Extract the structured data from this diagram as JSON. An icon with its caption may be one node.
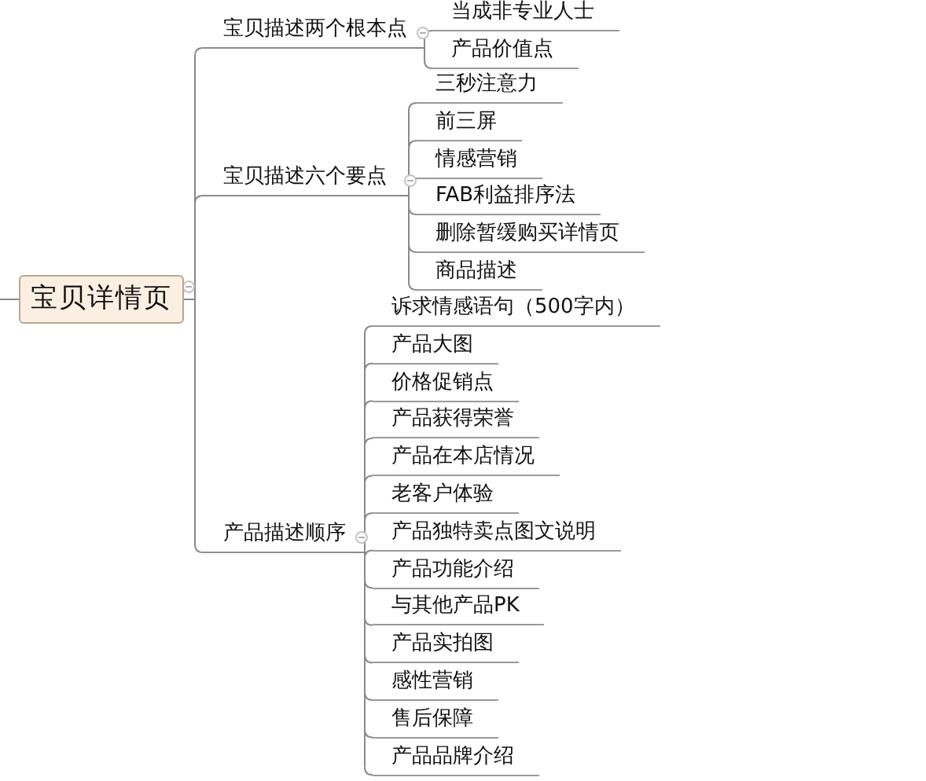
{
  "diagram": {
    "nodes": [
      {
        "text": [
          "宝贝详情页"
        ]
      },
      {
        "text": [
          "宝贝描述两个根本点"
        ]
      },
      {
        "text": [
          "当成非专业人士"
        ]
      },
      {
        "text": [
          "产品价值点"
        ]
      },
      {
        "text": [
          "宝贝描述六个要点"
        ]
      },
      {
        "text": [
          "三秒注意力"
        ]
      },
      {
        "text": [
          "前三屏"
        ]
      },
      {
        "text": [
          "情感营销"
        ]
      },
      {
        "text": [
          "FAB利益排序法"
        ]
      },
      {
        "text": [
          "删除暂缓购买详情页"
        ]
      },
      {
        "text": [
          "商品描述"
        ]
      },
      {
        "text": [
          "产品描述顺序"
        ]
      },
      {
        "text": [
          "诉求情感语句（500字内）"
        ]
      },
      {
        "text": [
          "产品大图"
        ]
      },
      {
        "text": [
          "价格促销点"
        ]
      },
      {
        "text": [
          "产品获得荣誉"
        ]
      },
      {
        "text": [
          "产品在本店情况"
        ]
      },
      {
        "text": [
          "老客户体验"
        ]
      },
      {
        "text": [
          "产品独特卖点图文说明"
        ]
      },
      {
        "text": [
          "产品功能介绍"
        ]
      },
      {
        "text": [
          "与其他产品PK"
        ]
      },
      {
        "text": [
          "产品实拍图"
        ]
      },
      {
        "text": [
          "感性营销"
        ]
      },
      {
        "text": [
          "售后保障"
        ]
      },
      {
        "text": [
          "产品品牌介绍"
        ]
      }
    ],
    "edges": [
      {
        "from": null,
        "to": 0,
        "arrow": "none"
      },
      {
        "from": 0,
        "to": 1,
        "arrow": "none"
      },
      {
        "from": 0,
        "to": 4,
        "arrow": "none"
      },
      {
        "from": 0,
        "to": 11,
        "arrow": "none"
      },
      {
        "from": 1,
        "to": 2,
        "arrow": "none"
      },
      {
        "from": 1,
        "to": 3,
        "arrow": "none"
      },
      {
        "from": 4,
        "to": 5,
        "arrow": "none"
      },
      {
        "from": 4,
        "to": 6,
        "arrow": "none"
      },
      {
        "from": 4,
        "to": 7,
        "arrow": "none"
      },
      {
        "from": 4,
        "to": 8,
        "arrow": "none"
      },
      {
        "from": 4,
        "to": 9,
        "arrow": "none"
      },
      {
        "from": 4,
        "to": 10,
        "arrow": "none"
      },
      {
        "from": 11,
        "to": 12,
        "arrow": "none"
      },
      {
        "from": 11,
        "to": 13,
        "arrow": "none"
      },
      {
        "from": 11,
        "to": 14,
        "arrow": "none"
      },
      {
        "from": 11,
        "to": 15,
        "arrow": "none"
      },
      {
        "from": 11,
        "to": 16,
        "arrow": "none"
      },
      {
        "from": 11,
        "to": 17,
        "arrow": "none"
      },
      {
        "from": 11,
        "to": 18,
        "arrow": "none"
      },
      {
        "from": 11,
        "to": 19,
        "arrow": "none"
      },
      {
        "from": 11,
        "to": 20,
        "arrow": "none"
      },
      {
        "from": 11,
        "to": 21,
        "arrow": "none"
      },
      {
        "from": 11,
        "to": 22,
        "arrow": "none"
      },
      {
        "from": 11,
        "to": 23,
        "arrow": "none"
      },
      {
        "from": 11,
        "to": 24,
        "arrow": "none"
      }
    ]
  }
}
